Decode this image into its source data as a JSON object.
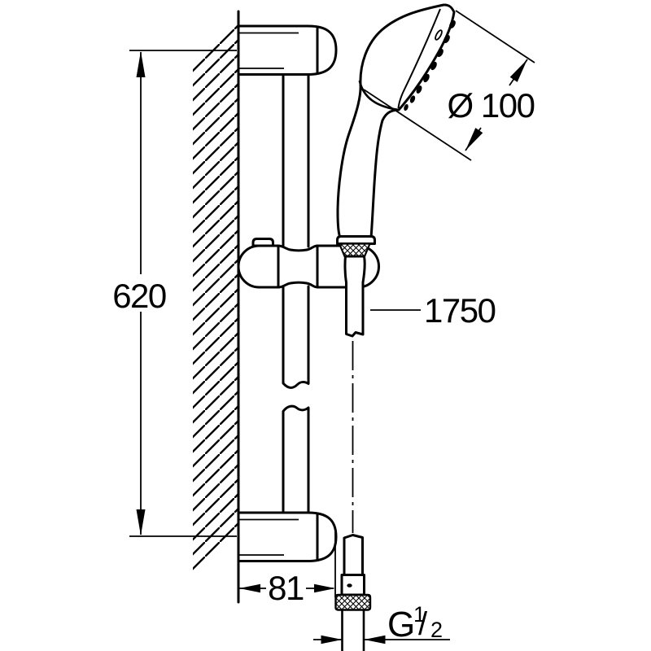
{
  "meta": {
    "background_color": "#ffffff",
    "line_color": "#000000",
    "drawing_kind": "shower-rail-set-dimension-drawing"
  },
  "dimensions": {
    "rail_height": "620",
    "head_diameter": "Ø 100",
    "hose_length": "1750",
    "bracket_depth": "81",
    "thread": {
      "letter": "G",
      "numerator": "1",
      "slash": "/",
      "denominator": "2"
    }
  }
}
